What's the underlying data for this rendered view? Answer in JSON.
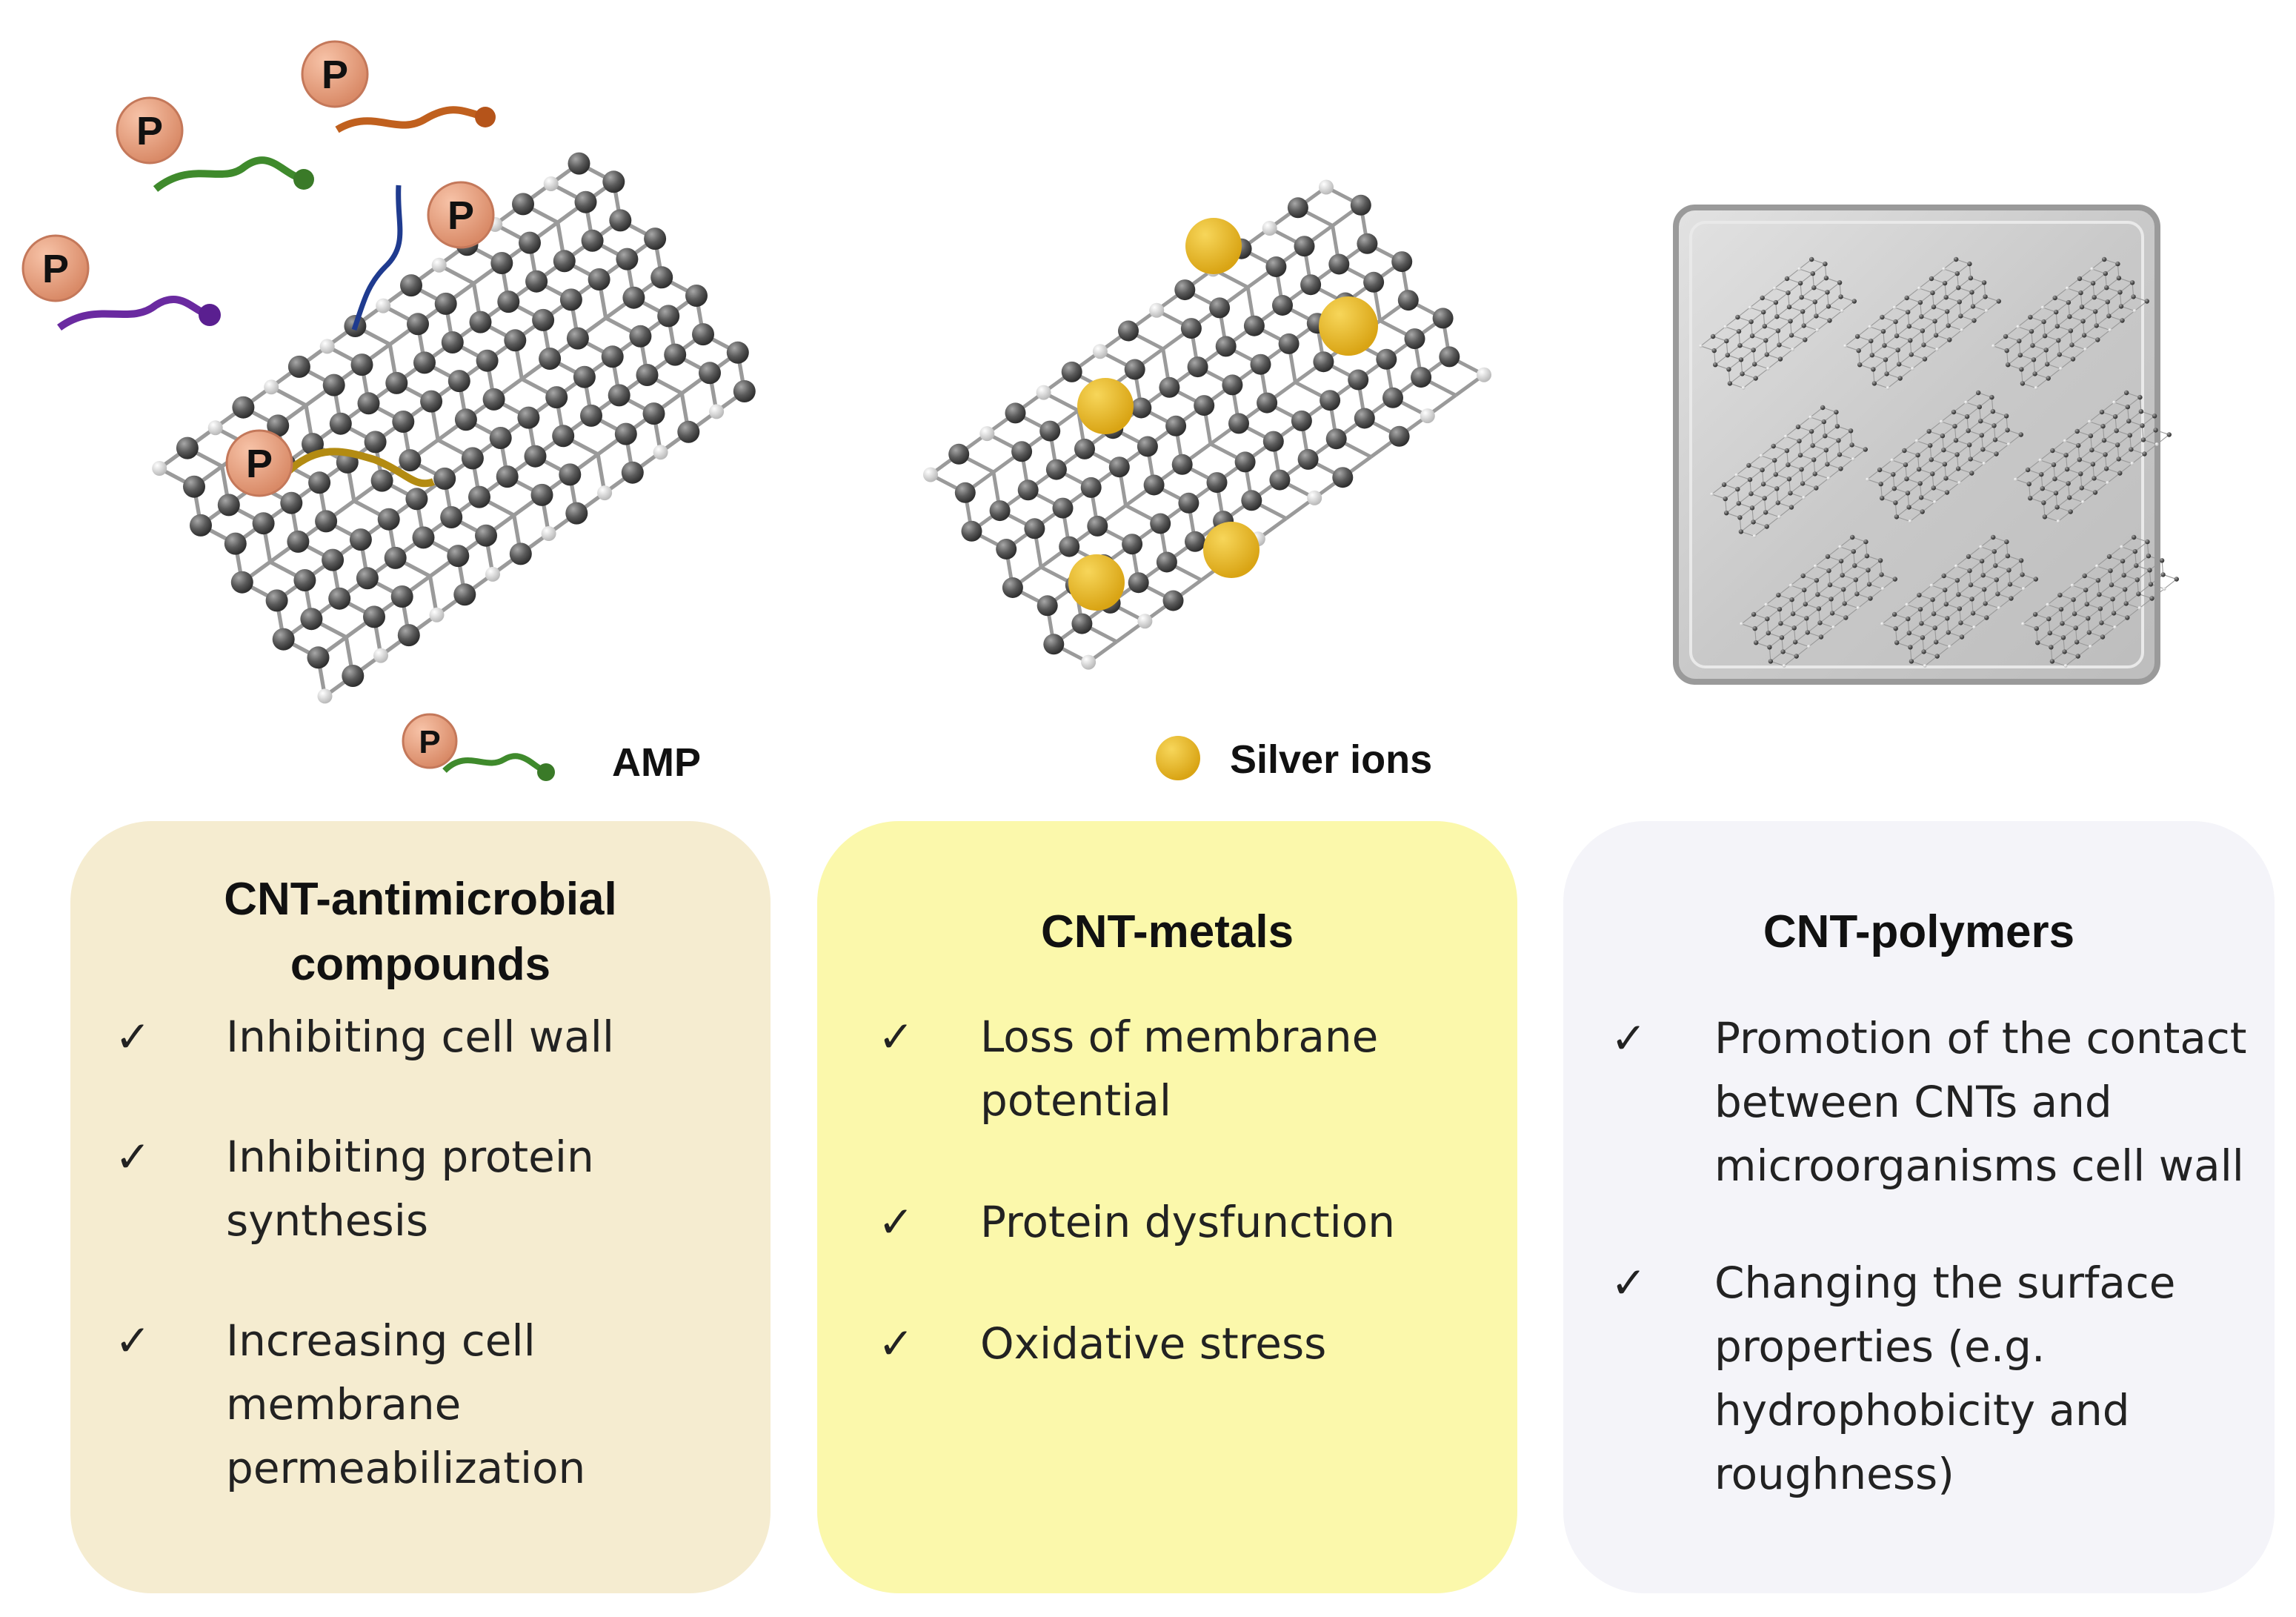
{
  "legend": {
    "amp_label": "AMP",
    "silver_label": "Silver ions",
    "peptide_letter": "P"
  },
  "panels": [
    {
      "title": "CNT-antimicrobial compounds",
      "items": [
        "Inhibiting cell wall",
        "Inhibiting protein synthesis",
        "Increasing cell membrane permeabilization"
      ],
      "background": "#f5ecd0"
    },
    {
      "title": "CNT-metals",
      "items": [
        "Loss of membrane potential",
        "Protein dysfunction",
        "Oxidative stress"
      ],
      "background": "#fbf8ab"
    },
    {
      "title": "CNT-polymers",
      "items": [
        "Promotion of the contact between CNTs and microorganisms cell wall",
        "Changing the surface properties (e.g. hydrophobicity and roughness)"
      ],
      "background": "#f4f4f9"
    }
  ],
  "check_glyph": "✓",
  "colors": {
    "peptide_circle": "#e9a384",
    "silver_ion": "#eab529",
    "carbon_atom": "#5a5a5a",
    "hydrogen_atom": "#e6e6e6",
    "chain_green": "#3f8a2c",
    "chain_orange": "#c0601e",
    "chain_purple": "#6a2aa0",
    "chain_blue": "#1f3b8f",
    "chain_gold": "#b38b12"
  }
}
